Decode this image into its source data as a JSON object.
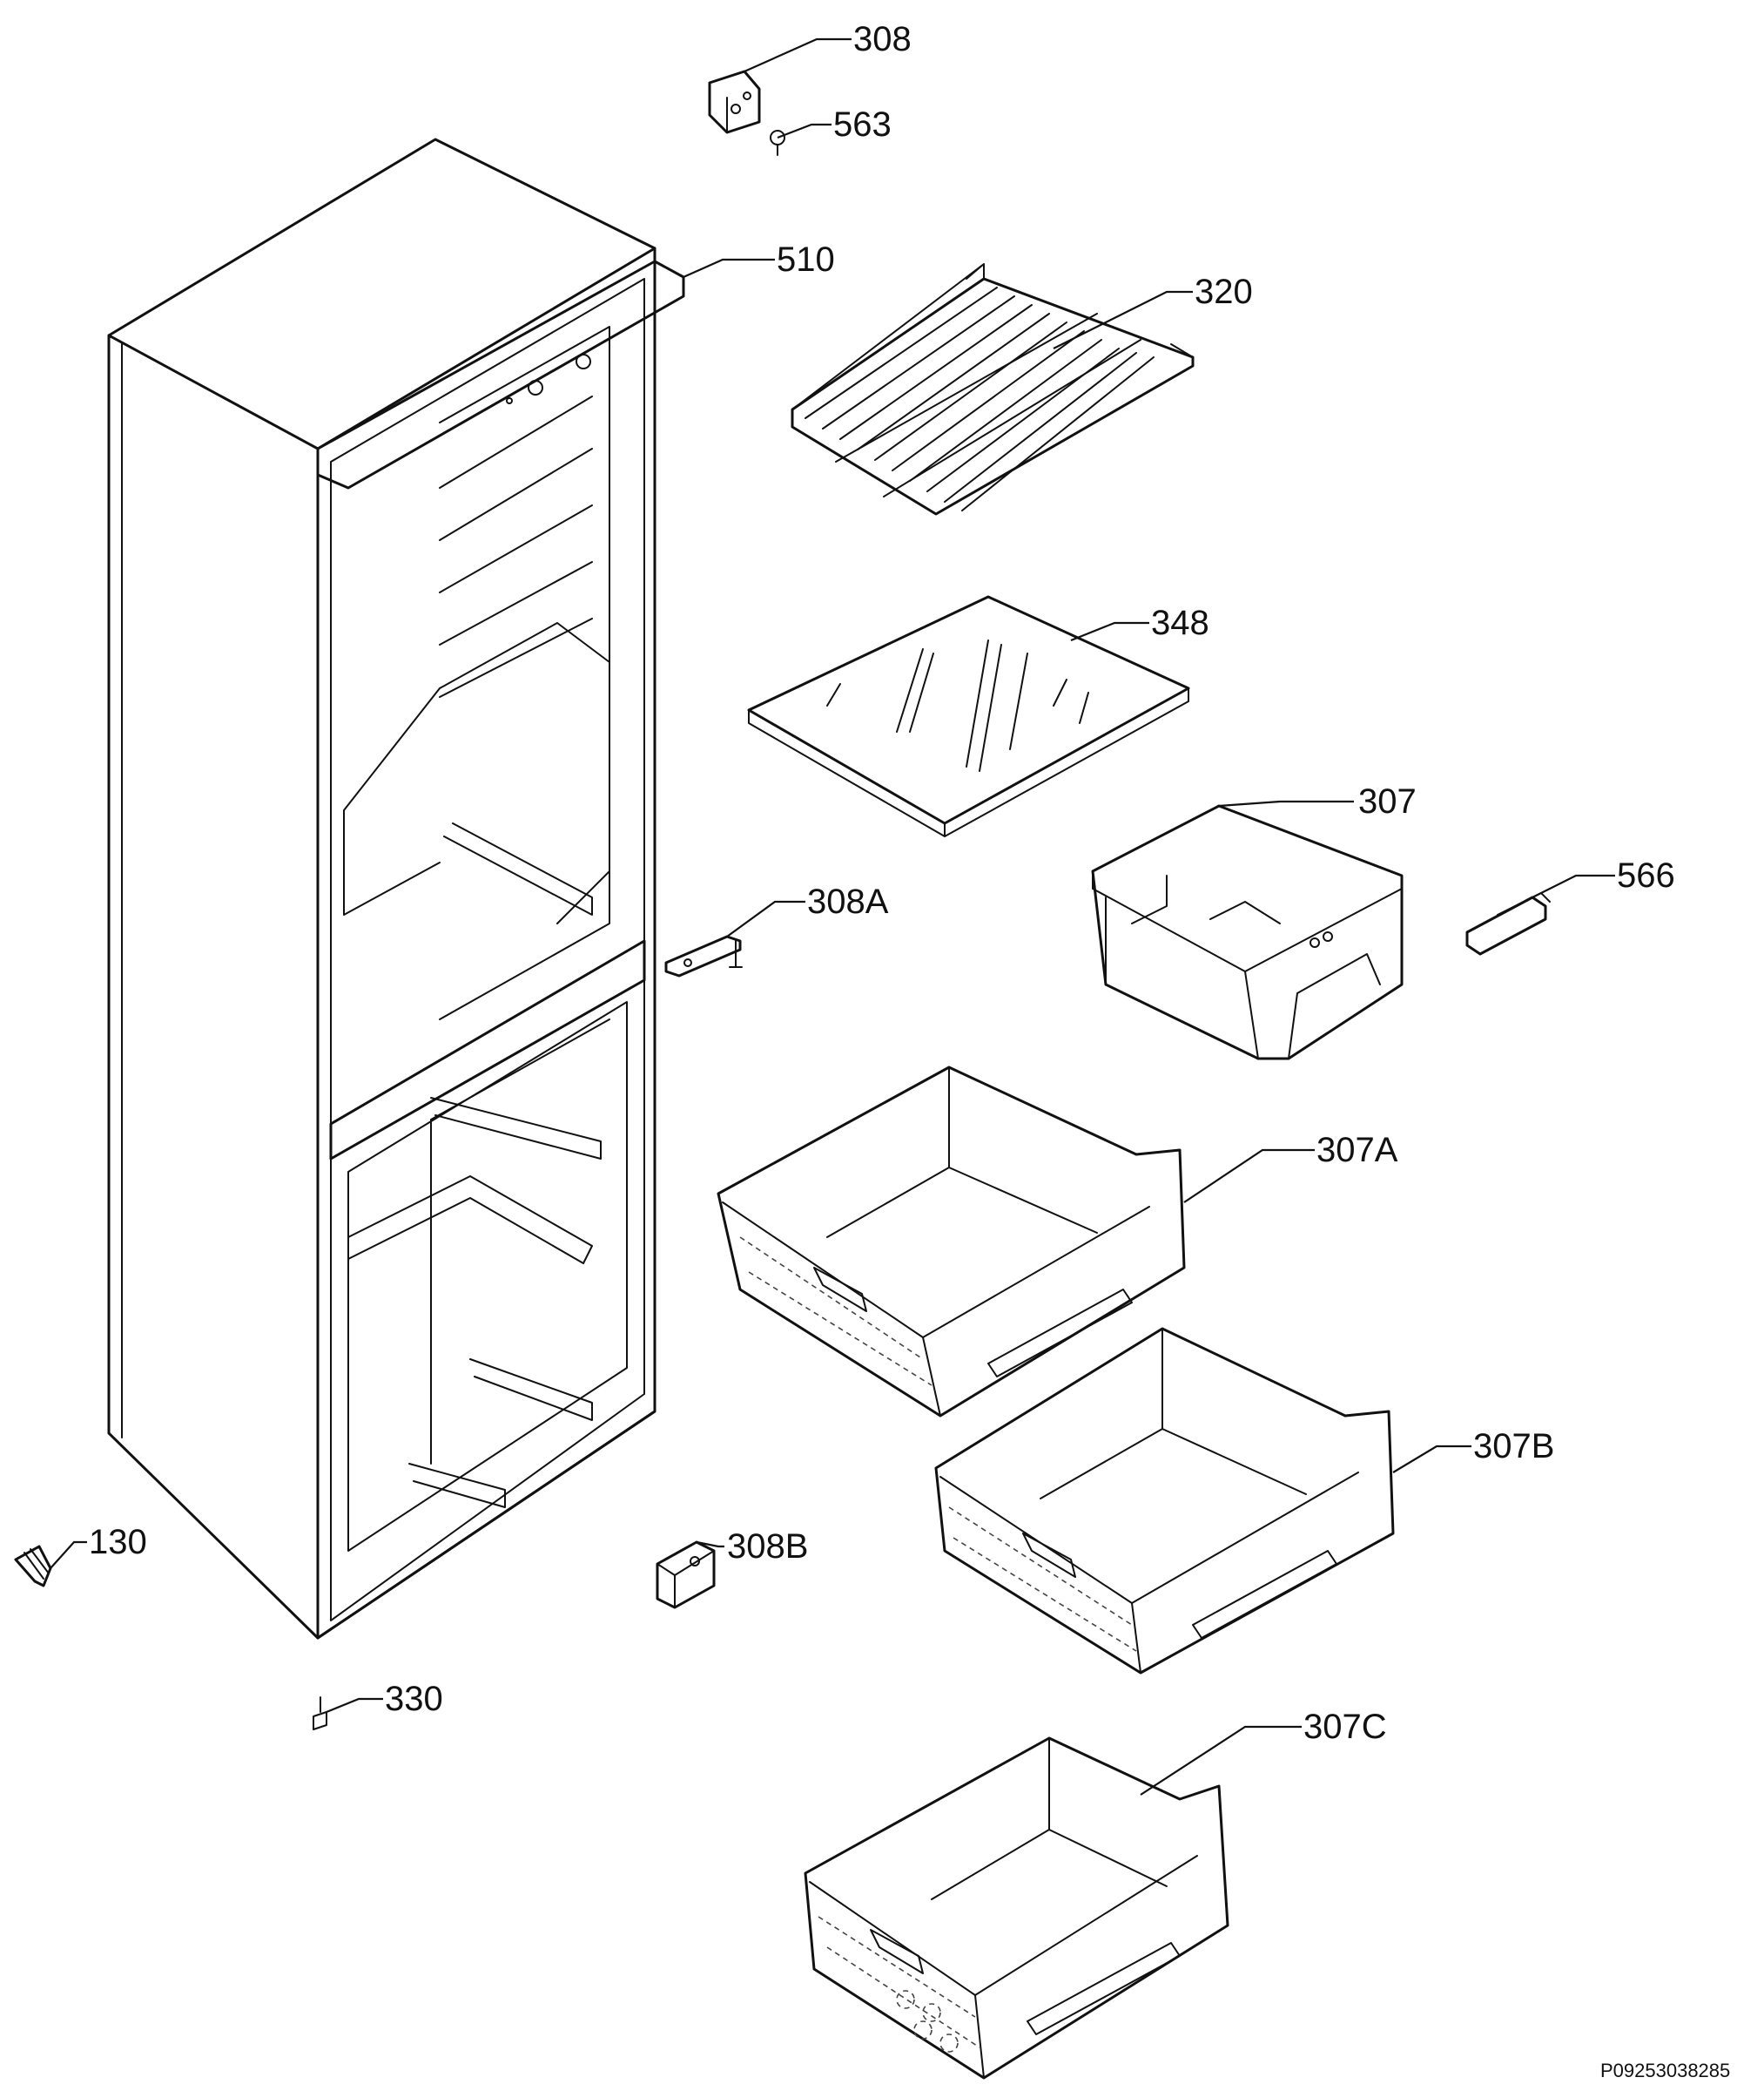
{
  "callouts": {
    "c308": "308",
    "c563": "563",
    "c510": "510",
    "c320": "320",
    "c348": "348",
    "c307": "307",
    "c566": "566",
    "c308a": "308A",
    "c307a": "307A",
    "c307b": "307B",
    "c130": "130",
    "c308b": "308B",
    "c330": "330",
    "c307c": "307C"
  },
  "document_code": "P09253038285"
}
